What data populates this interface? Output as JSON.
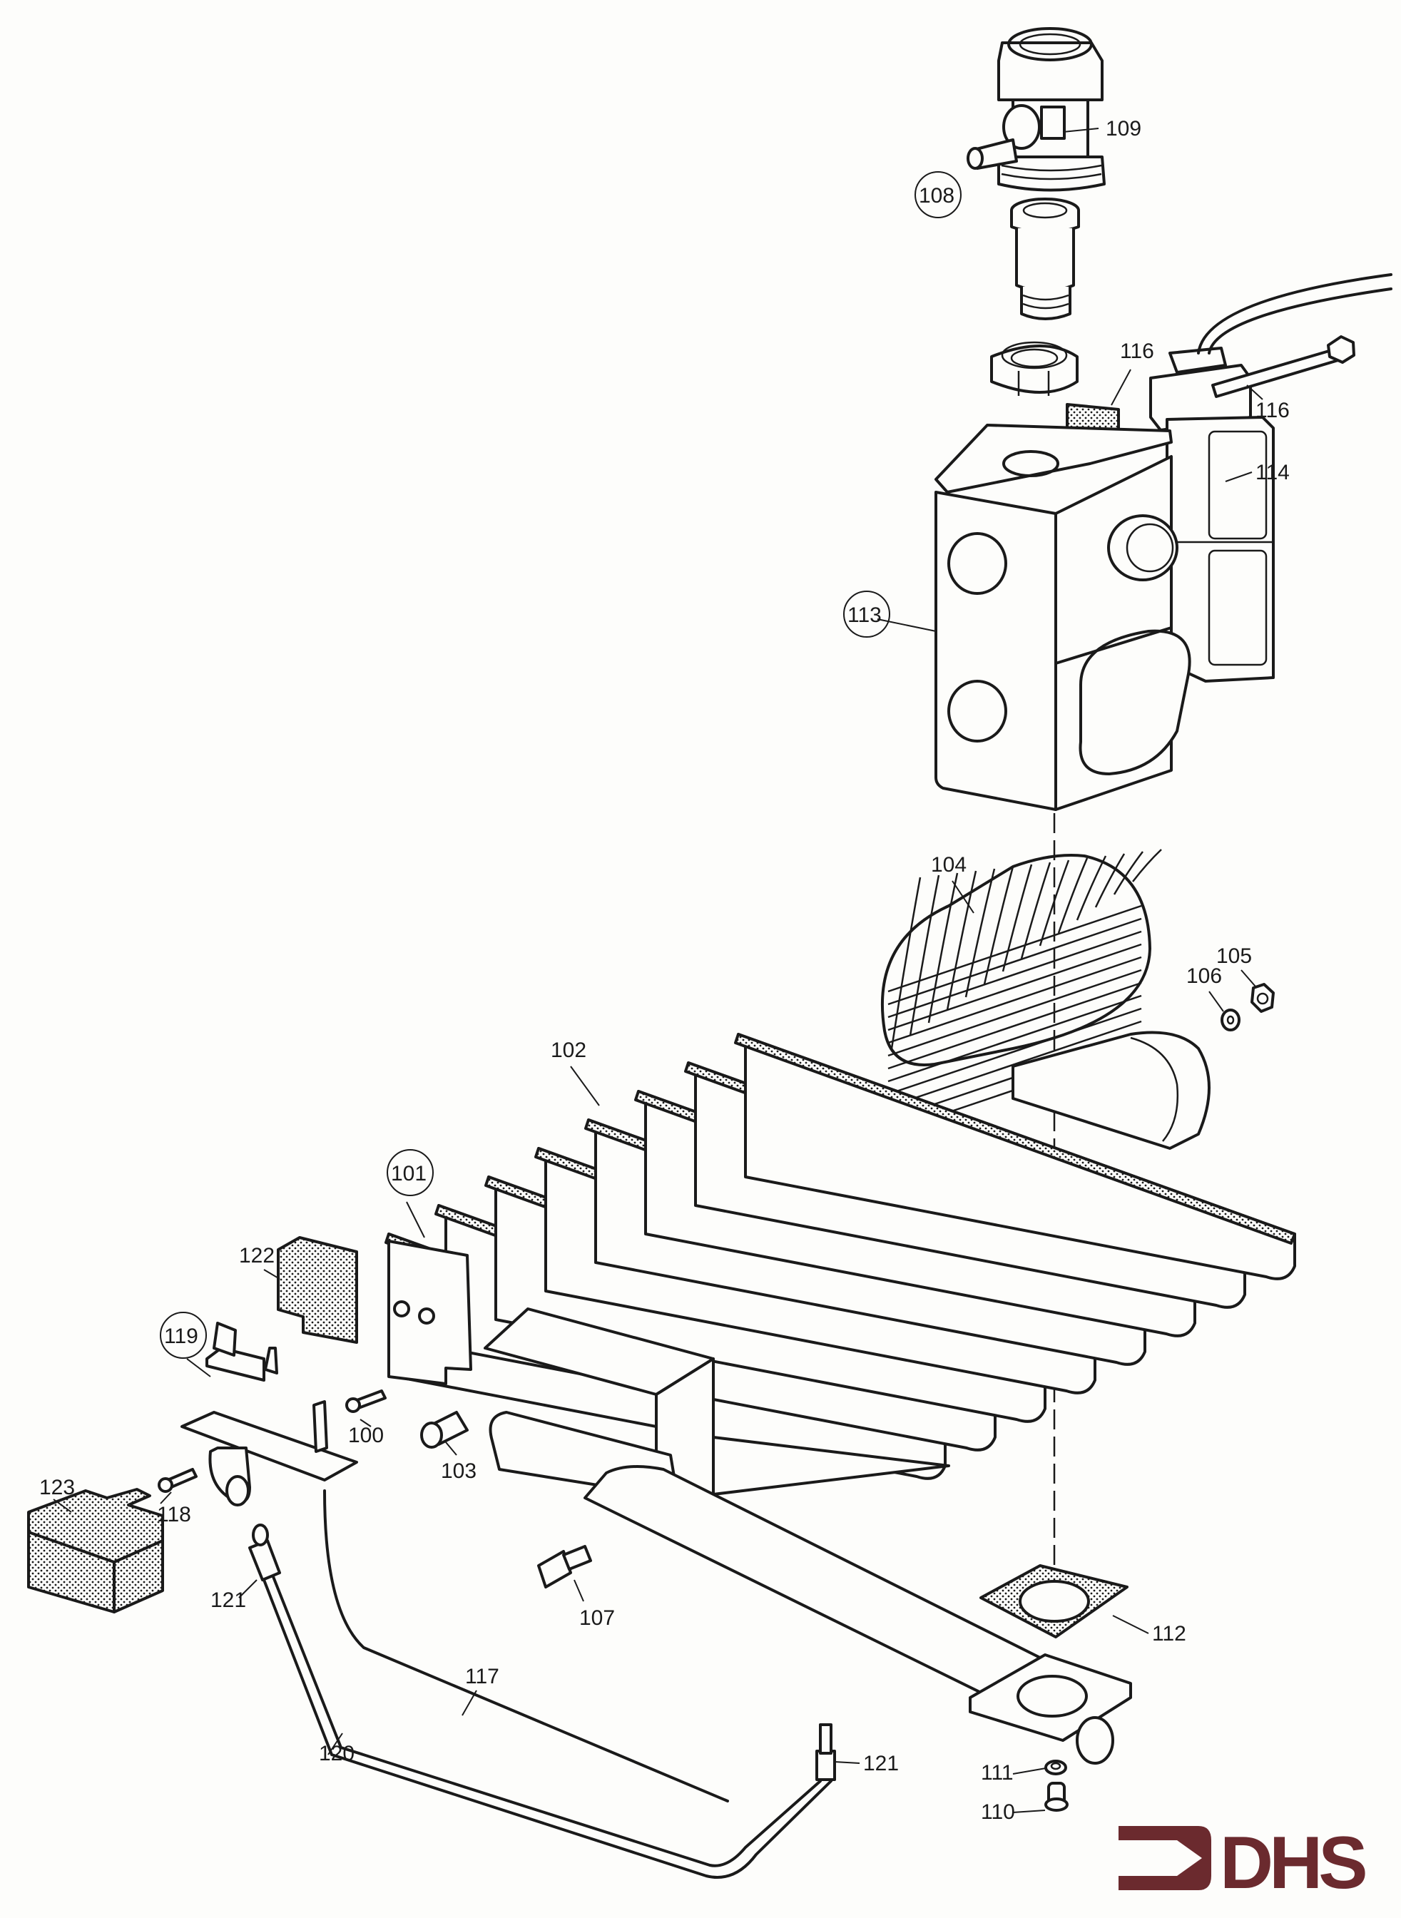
{
  "diagram": {
    "title": "Burner and gas valve assembly — exploded parts view",
    "parts": [
      {
        "id": "100",
        "label": "100",
        "circled": false,
        "name": "screw"
      },
      {
        "id": "101",
        "label": "101",
        "circled": true,
        "name": "burner assembly"
      },
      {
        "id": "102",
        "label": "102",
        "circled": false,
        "name": "burner blade"
      },
      {
        "id": "103",
        "label": "103",
        "circled": false,
        "name": "injector"
      },
      {
        "id": "104",
        "label": "104",
        "circled": false,
        "name": "gauze filter"
      },
      {
        "id": "105",
        "label": "105",
        "circled": false,
        "name": "nut"
      },
      {
        "id": "106",
        "label": "106",
        "circled": false,
        "name": "washer"
      },
      {
        "id": "107",
        "label": "107",
        "circled": false,
        "name": "pressure test point"
      },
      {
        "id": "108",
        "label": "108",
        "circled": true,
        "name": "valve inlet adaptor"
      },
      {
        "id": "109",
        "label": "109",
        "circled": false,
        "name": "inlet fitting"
      },
      {
        "id": "110",
        "label": "110",
        "circled": false,
        "name": "screw"
      },
      {
        "id": "111",
        "label": "111",
        "circled": false,
        "name": "washer"
      },
      {
        "id": "112",
        "label": "112",
        "circled": false,
        "name": "gasket"
      },
      {
        "id": "113",
        "label": "113",
        "circled": true,
        "name": "gas valve"
      },
      {
        "id": "114",
        "label": "114",
        "circled": false,
        "name": "solenoid coil"
      },
      {
        "id": "116a",
        "label": "116",
        "circled": false,
        "name": "gasket"
      },
      {
        "id": "116b",
        "label": "116",
        "circled": false,
        "name": "bolt"
      },
      {
        "id": "117",
        "label": "117",
        "circled": false,
        "name": "ignition lead"
      },
      {
        "id": "118",
        "label": "118",
        "circled": false,
        "name": "screw"
      },
      {
        "id": "119",
        "label": "119",
        "circled": true,
        "name": "pilot assembly"
      },
      {
        "id": "120",
        "label": "120",
        "circled": false,
        "name": "pilot tube"
      },
      {
        "id": "121a",
        "label": "121",
        "circled": false,
        "name": "pilot tube nut"
      },
      {
        "id": "121b",
        "label": "121",
        "circled": false,
        "name": "pilot tube nut"
      },
      {
        "id": "122",
        "label": "122",
        "circled": false,
        "name": "pilot shield"
      },
      {
        "id": "123",
        "label": "123",
        "circled": false,
        "name": "insulation cover"
      }
    ]
  },
  "logo": {
    "text": "DHS",
    "color": "#6b2a2e"
  },
  "colors": {
    "ink": "#1a1a1a",
    "paper": "#fdfdfb"
  }
}
